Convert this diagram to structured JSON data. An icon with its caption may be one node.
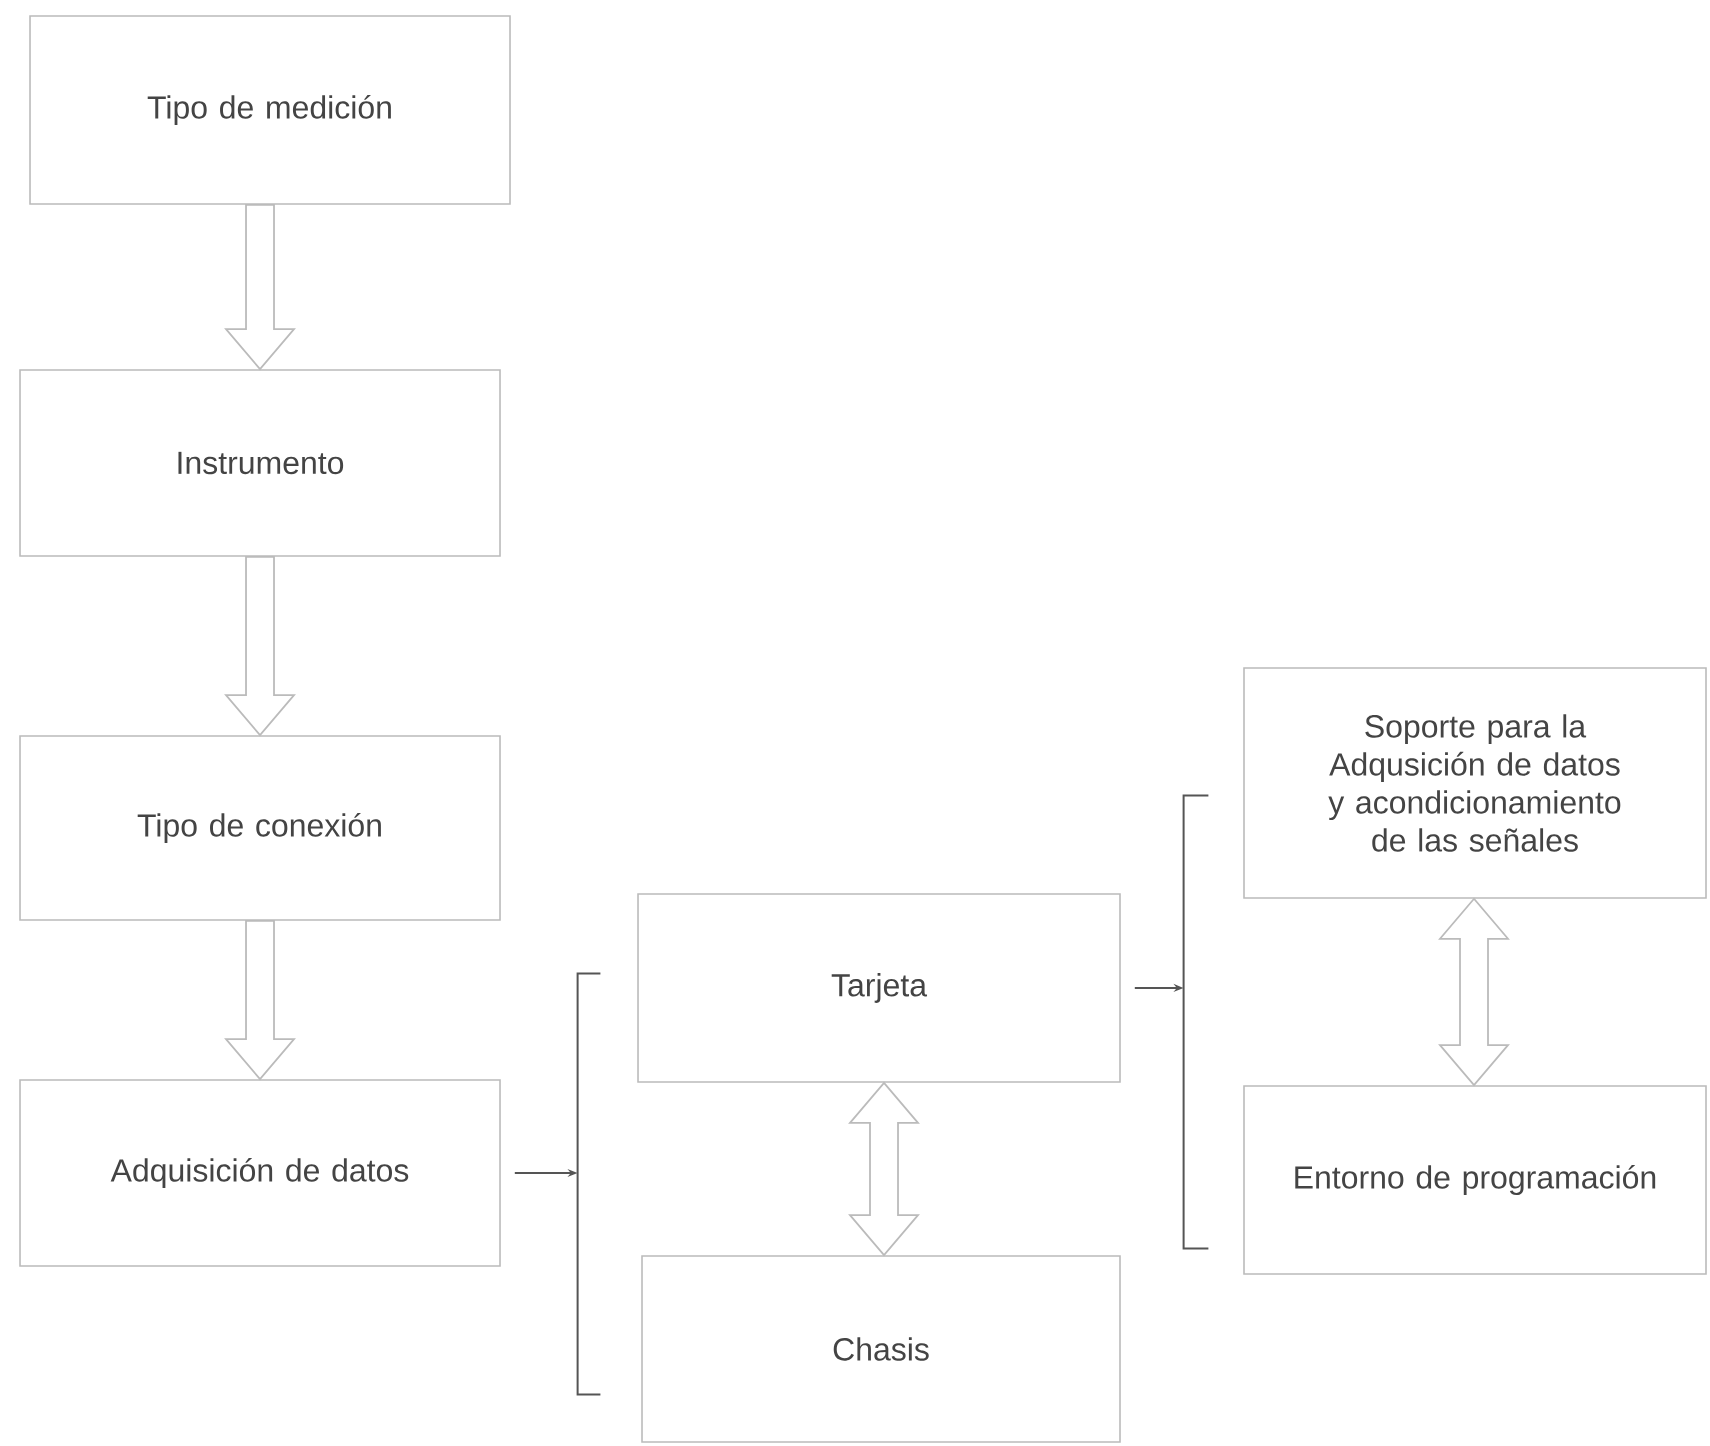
{
  "diagram": {
    "nodes": [
      {
        "text": [
          "Tipo de medición"
        ]
      },
      {
        "text": [
          "Instrumento"
        ]
      },
      {
        "text": [
          "Tipo de conexión"
        ]
      },
      {
        "text": [
          "Adquisición de datos"
        ]
      },
      {
        "text": [],
        "shape": "bracket"
      },
      {
        "text": [
          "Tarjeta"
        ]
      },
      {
        "text": [
          "Chasis"
        ]
      },
      {
        "text": [],
        "shape": "bracket"
      },
      {
        "text": [
          "Soporte para la Adqusición de datos y acondicionamiento de las señales"
        ]
      },
      {
        "text": [
          "Entorno de programación"
        ]
      }
    ],
    "edges": [
      {
        "from": 0,
        "to": 1,
        "arrow": "to"
      },
      {
        "from": 1,
        "to": 2,
        "arrow": "to"
      },
      {
        "from": 2,
        "to": 3,
        "arrow": "to"
      },
      {
        "from": 3,
        "to": 4,
        "arrow": "to"
      },
      {
        "from": 5,
        "to": 6,
        "arrow": "both"
      },
      {
        "from": 5,
        "to": 7,
        "arrow": "to"
      },
      {
        "from": 8,
        "to": 9,
        "arrow": "both"
      }
    ]
  }
}
